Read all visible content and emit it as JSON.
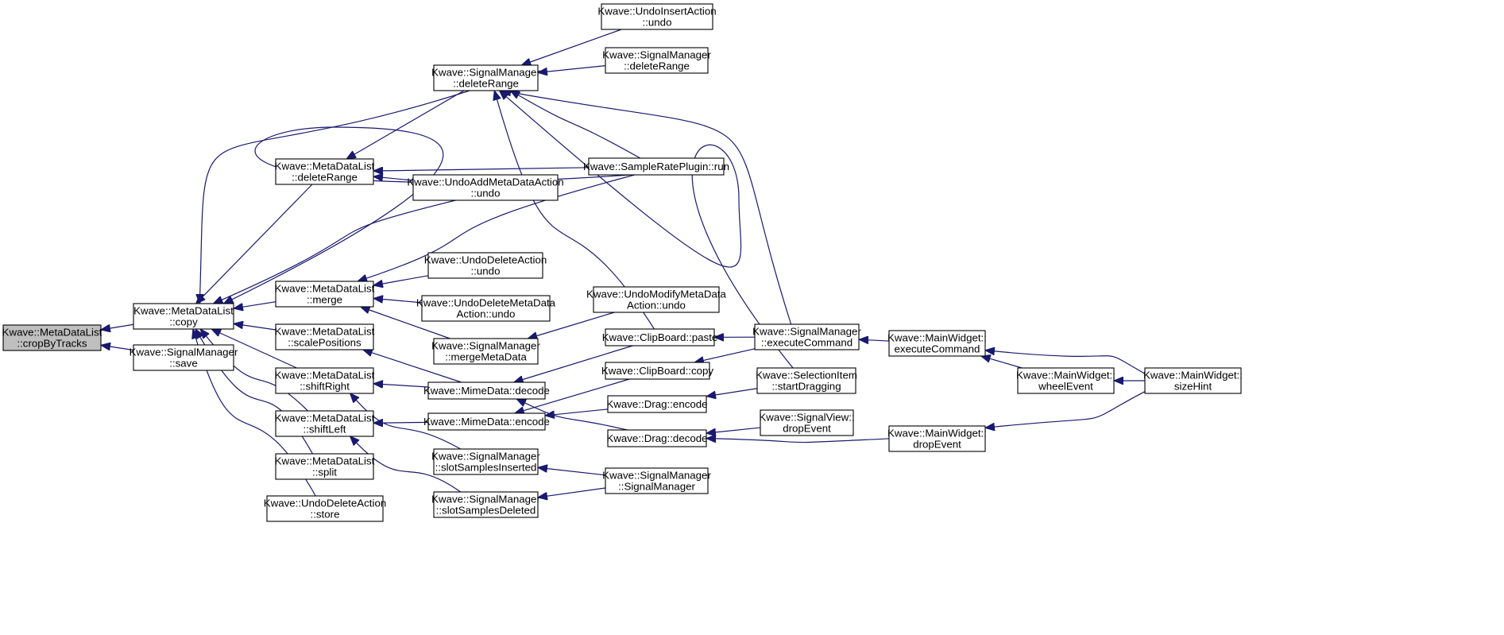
{
  "colors": {
    "edge": "#191970",
    "root_fill": "#bfbfbf",
    "node_fill": "#ffffff",
    "node_border": "#000000"
  },
  "nodes": {
    "cropByTracks": {
      "lines": [
        "Kwave::MetaDataList",
        "::cropByTracks"
      ],
      "root": true
    },
    "mdlCopy": {
      "lines": [
        "Kwave::MetaDataList",
        "::copy"
      ]
    },
    "smSave": {
      "lines": [
        "Kwave::SignalManager",
        "::save"
      ]
    },
    "mdlDeleteRange": {
      "lines": [
        "Kwave::MetaDataList",
        "::deleteRange"
      ]
    },
    "mdlMerge": {
      "lines": [
        "Kwave::MetaDataList",
        "::merge"
      ]
    },
    "mdlScale": {
      "lines": [
        "Kwave::MetaDataList",
        "::scalePositions"
      ]
    },
    "mdlShiftRight": {
      "lines": [
        "Kwave::MetaDataList",
        "::shiftRight"
      ]
    },
    "mdlShiftLeft": {
      "lines": [
        "Kwave::MetaDataList",
        "::shiftLeft"
      ]
    },
    "mdlSplit": {
      "lines": [
        "Kwave::MetaDataList",
        "::split"
      ]
    },
    "udaStore": {
      "lines": [
        "Kwave::UndoDeleteAction",
        "::store"
      ]
    },
    "smDeleteRange": {
      "lines": [
        "Kwave::SignalManager",
        "::deleteRange"
      ]
    },
    "uamdUndo": {
      "lines": [
        "Kwave::UndoAddMetaDataAction",
        "::undo"
      ]
    },
    "udaUndo": {
      "lines": [
        "Kwave::UndoDeleteAction",
        "::undo"
      ]
    },
    "udmdUndo": {
      "lines": [
        "Kwave::UndoDeleteMetaData",
        "Action::undo"
      ]
    },
    "smMergeMeta": {
      "lines": [
        "Kwave::SignalManager",
        "::mergeMetaData"
      ]
    },
    "mimeDecode": {
      "lines": [
        "Kwave::MimeData::decode"
      ]
    },
    "mimeEncode": {
      "lines": [
        "Kwave::MimeData::encode"
      ]
    },
    "smSlotIns": {
      "lines": [
        "Kwave::SignalManager",
        "::slotSamplesInserted"
      ]
    },
    "smSlotDel": {
      "lines": [
        "Kwave::SignalManager",
        "::slotSamplesDeleted"
      ]
    },
    "uiaUndo": {
      "lines": [
        "Kwave::UndoInsertAction",
        "::undo"
      ]
    },
    "smDeleteRange2": {
      "lines": [
        "Kwave::SignalManager",
        "::deleteRange"
      ]
    },
    "srpRun": {
      "lines": [
        "Kwave::SampleRatePlugin::run"
      ]
    },
    "umUndo": {
      "lines": [
        "Kwave::UndoModifyMetaData",
        "Action::undo"
      ]
    },
    "cbPaste": {
      "lines": [
        "Kwave::ClipBoard::paste"
      ]
    },
    "cbCopy": {
      "lines": [
        "Kwave::ClipBoard::copy"
      ]
    },
    "dragEncode": {
      "lines": [
        "Kwave::Drag::encode"
      ]
    },
    "dragDecode": {
      "lines": [
        "Kwave::Drag::decode"
      ]
    },
    "smSignalManager": {
      "lines": [
        "Kwave::SignalManager",
        "::SignalManager"
      ]
    },
    "smExecute": {
      "lines": [
        "Kwave::SignalManager",
        "::executeCommand"
      ]
    },
    "siStartDrag": {
      "lines": [
        "Kwave::SelectionItem",
        "::startDragging"
      ]
    },
    "svDrop": {
      "lines": [
        "Kwave::SignalView::",
        "dropEvent"
      ]
    },
    "mwExecute": {
      "lines": [
        "Kwave::MainWidget::",
        "executeCommand"
      ]
    },
    "mwWheel": {
      "lines": [
        "Kwave::MainWidget::",
        "wheelEvent"
      ]
    },
    "mwDrop": {
      "lines": [
        "Kwave::MainWidget::",
        "dropEvent"
      ]
    },
    "mwSizeHint": {
      "lines": [
        "Kwave::MainWidget::",
        "sizeHint"
      ]
    }
  },
  "edges": [
    [
      "cropByTracks",
      "mdlCopy"
    ],
    [
      "cropByTracks",
      "smSave"
    ],
    [
      "mdlCopy",
      "mdlDeleteRange"
    ],
    [
      "mdlCopy",
      "mdlMerge"
    ],
    [
      "mdlCopy",
      "mdlScale"
    ],
    [
      "mdlCopy",
      "mdlShiftRight"
    ],
    [
      "mdlCopy",
      "mdlShiftLeft"
    ],
    [
      "mdlCopy",
      "mdlSplit"
    ],
    [
      "mdlCopy",
      "udaStore"
    ],
    [
      "mdlCopy",
      "smDeleteRange"
    ],
    [
      "mdlCopy",
      "srpRun"
    ],
    [
      "mdlCopy",
      "uamdUndo"
    ],
    [
      "mdlDeleteRange",
      "smDeleteRange"
    ],
    [
      "mdlDeleteRange",
      "srpRun"
    ],
    [
      "mdlDeleteRange",
      "uamdUndo"
    ],
    [
      "mdlMerge",
      "srpRun"
    ],
    [
      "mdlMerge",
      "udaUndo"
    ],
    [
      "mdlMerge",
      "udmdUndo"
    ],
    [
      "mdlMerge",
      "smMergeMeta"
    ],
    [
      "mdlScale",
      "mimeDecode"
    ],
    [
      "mdlShiftRight",
      "mimeDecode"
    ],
    [
      "mdlShiftRight",
      "smSlotIns"
    ],
    [
      "mdlShiftLeft",
      "mimeEncode"
    ],
    [
      "mdlShiftLeft",
      "smSlotDel"
    ],
    [
      "smDeleteRange",
      "uiaUndo"
    ],
    [
      "smDeleteRange",
      "smDeleteRange2"
    ],
    [
      "smDeleteRange",
      "srpRun"
    ],
    [
      "smDeleteRange",
      "cbPaste"
    ],
    [
      "smDeleteRange",
      "smExecute"
    ],
    [
      "smDeleteRange",
      "siStartDrag"
    ],
    [
      "smMergeMeta",
      "umUndo"
    ],
    [
      "mimeDecode",
      "cbPaste"
    ],
    [
      "mimeDecode",
      "dragDecode"
    ],
    [
      "mimeEncode",
      "cbCopy"
    ],
    [
      "mimeEncode",
      "dragEncode"
    ],
    [
      "smSlotIns",
      "smSignalManager"
    ],
    [
      "smSlotDel",
      "smSignalManager"
    ],
    [
      "cbPaste",
      "smExecute"
    ],
    [
      "cbCopy",
      "smExecute"
    ],
    [
      "dragEncode",
      "siStartDrag"
    ],
    [
      "dragDecode",
      "svDrop"
    ],
    [
      "dragDecode",
      "mwDrop"
    ],
    [
      "smExecute",
      "mwExecute"
    ],
    [
      "mwExecute",
      "mwWheel"
    ],
    [
      "mwExecute",
      "mwSizeHint"
    ],
    [
      "mwWheel",
      "mwSizeHint"
    ],
    [
      "mwDrop",
      "mwSizeHint"
    ]
  ]
}
